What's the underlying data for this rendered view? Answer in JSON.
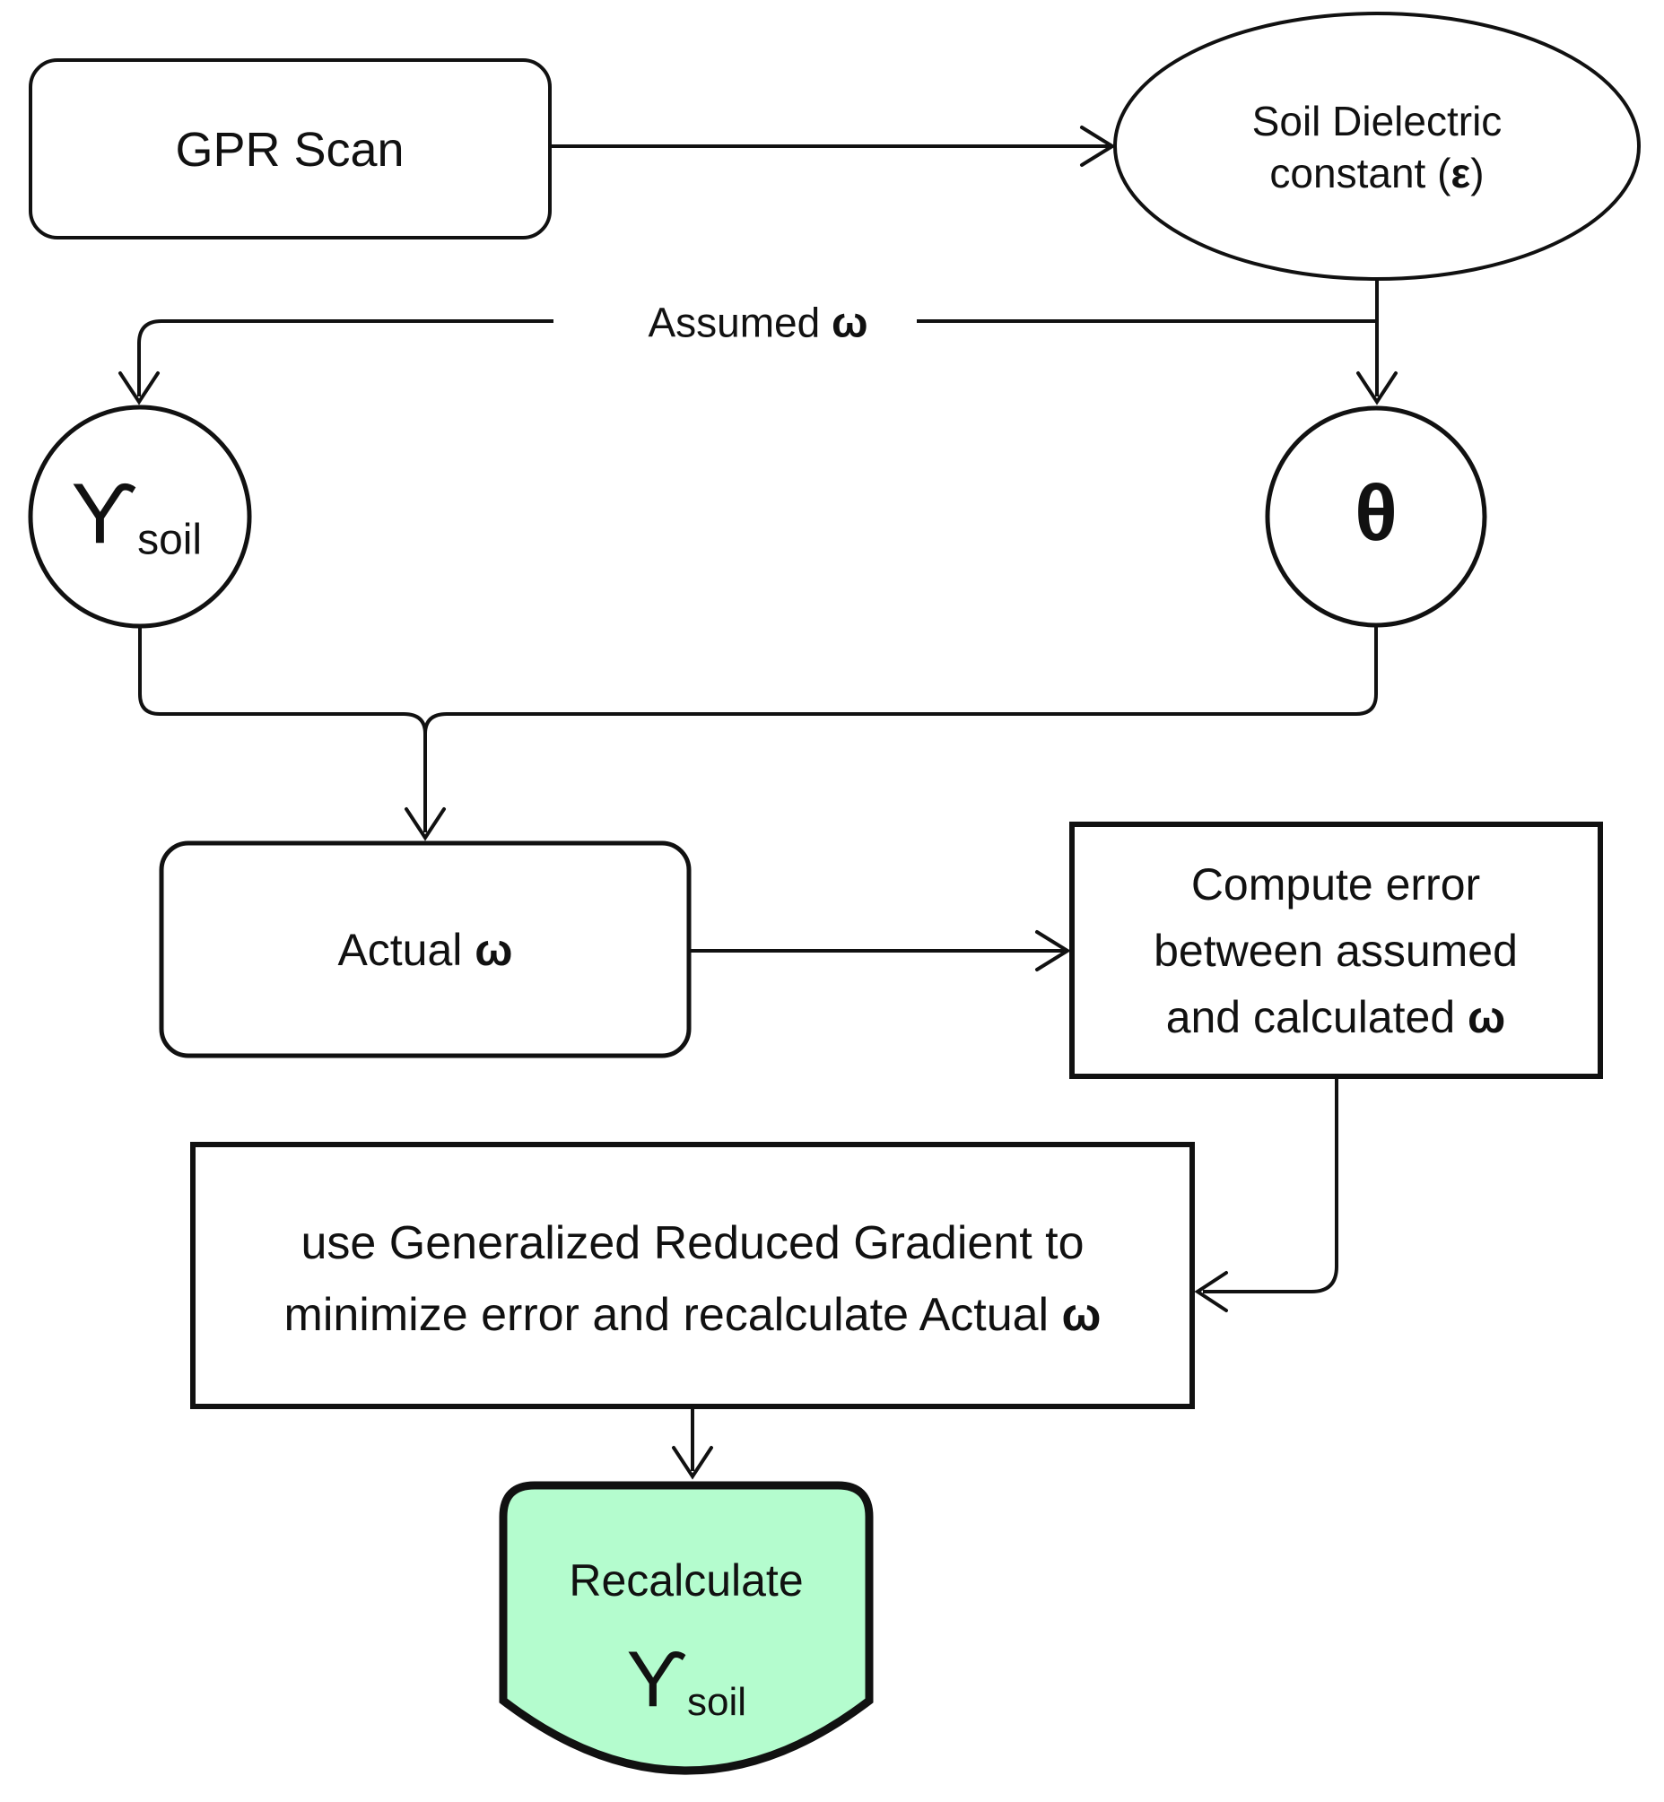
{
  "colors": {
    "node_fill_green": "#b4fcce",
    "node_fill_white": "#ffffff",
    "stroke": "#111111",
    "background": "#ffffff"
  },
  "nodes": {
    "gpr_scan": {
      "label": "GPR Scan"
    },
    "soil_dielectric": {
      "line1": "Soil Dielectric",
      "line2_prefix": "constant (",
      "line2_symbol": "ε",
      "line2_suffix": ")"
    },
    "assumed_omega": {
      "prefix": "Assumed ",
      "symbol": "ω"
    },
    "gamma_soil": {
      "symbol": "ϒ",
      "subscript": "soil"
    },
    "theta": {
      "symbol": "θ"
    },
    "actual_omega": {
      "prefix": "Actual ",
      "symbol": "ω"
    },
    "compute_error": {
      "line1": "Compute error",
      "line2": "between assumed",
      "line3_prefix": "and calculated ",
      "line3_symbol": "ω"
    },
    "grg": {
      "line1": "use Generalized Reduced Gradient to",
      "line2_prefix": "minimize error and recalculate Actual ",
      "line2_symbol": "ω"
    },
    "recalculate": {
      "label": "Recalculate",
      "symbol": "ϒ",
      "subscript": "soil"
    }
  }
}
